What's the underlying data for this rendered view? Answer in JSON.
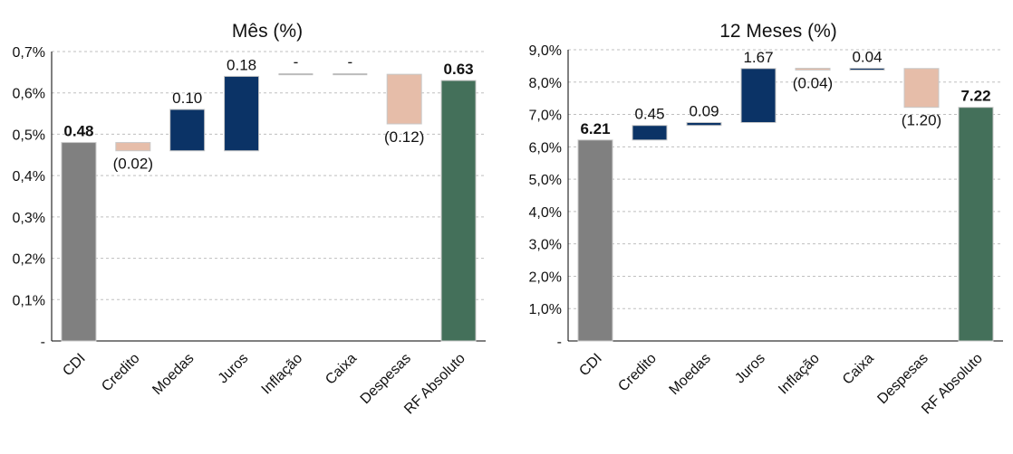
{
  "colors": {
    "total": "#808080",
    "negative": "#E6BDA9",
    "positive": "#0B3366",
    "neutral": "#BBBBBB",
    "final": "#44705A",
    "grid": "#BFBFBF",
    "axis": "#000000"
  },
  "chart_data": [
    {
      "type": "bar",
      "subtype": "waterfall",
      "title": "Mês (%)",
      "categories": [
        "CDI",
        "Credito",
        "Moedas",
        "Juros",
        "Inflação",
        "Caixa",
        "Despesas",
        "RF Absoluto"
      ],
      "roles": [
        "total",
        "negative",
        "positive",
        "positive",
        "neutral",
        "neutral",
        "negative",
        "final"
      ],
      "bar_low": [
        0,
        0.46,
        0.46,
        0.46,
        0.645,
        0.645,
        0.525,
        0
      ],
      "bar_high": [
        0.48,
        0.48,
        0.56,
        0.64,
        0.645,
        0.645,
        0.645,
        0.63
      ],
      "data_labels": [
        "0.48",
        "(0.02)",
        "0.10",
        "0.18",
        "-",
        "-",
        "(0.12)",
        "0.63"
      ],
      "label_position": [
        "above",
        "below",
        "above",
        "above",
        "above",
        "above",
        "below",
        "above"
      ],
      "label_bold": [
        true,
        false,
        false,
        false,
        false,
        false,
        false,
        true
      ],
      "ylim": [
        0,
        0.7
      ],
      "yticks": [
        0,
        0.1,
        0.2,
        0.3,
        0.4,
        0.5,
        0.6,
        0.7
      ],
      "ytick_labels": [
        "-",
        "0,1%",
        "0,2%",
        "0,3%",
        "0,4%",
        "0,5%",
        "0,6%",
        "0,7%"
      ],
      "grid": true,
      "xlabel": "",
      "ylabel": ""
    },
    {
      "type": "bar",
      "subtype": "waterfall",
      "title": "12 Meses (%)",
      "categories": [
        "CDI",
        "Credito",
        "Moedas",
        "Juros",
        "Inflação",
        "Caixa",
        "Despesas",
        "RF Absoluto"
      ],
      "roles": [
        "total",
        "positive",
        "positive",
        "positive",
        "negative",
        "positive",
        "negative",
        "final"
      ],
      "bar_low": [
        0,
        6.21,
        6.66,
        6.75,
        8.38,
        8.38,
        7.22,
        0
      ],
      "bar_high": [
        6.21,
        6.66,
        6.75,
        8.42,
        8.42,
        8.42,
        8.42,
        7.22
      ],
      "data_labels": [
        "6.21",
        "0.45",
        "0.09",
        "1.67",
        "(0.04)",
        "0.04",
        "(1.20)",
        "7.22"
      ],
      "label_position": [
        "above",
        "above",
        "above",
        "above",
        "below",
        "above",
        "below",
        "above"
      ],
      "label_bold": [
        true,
        false,
        false,
        false,
        false,
        false,
        false,
        true
      ],
      "ylim": [
        0,
        9
      ],
      "yticks": [
        0,
        1,
        2,
        3,
        4,
        5,
        6,
        7,
        8,
        9
      ],
      "ytick_labels": [
        "-",
        "1,0%",
        "2,0%",
        "3,0%",
        "4,0%",
        "5,0%",
        "6,0%",
        "7,0%",
        "8,0%",
        "9,0%"
      ],
      "grid": true,
      "xlabel": "",
      "ylabel": ""
    }
  ]
}
